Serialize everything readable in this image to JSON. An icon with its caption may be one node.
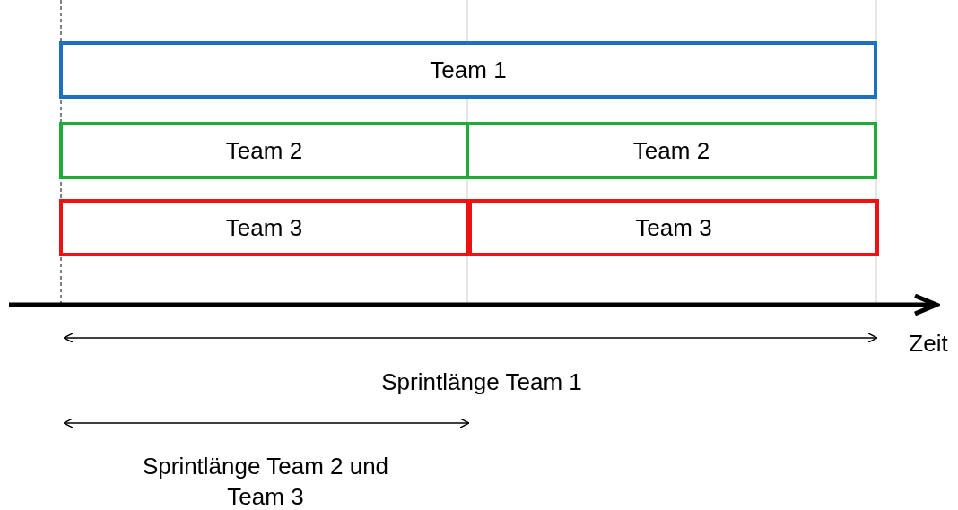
{
  "diagram": {
    "nodes": [
      {
        "text": [
          "Team 1"
        ]
      },
      {
        "text": [
          "Team 2"
        ]
      },
      {
        "text": [
          "Team 2"
        ]
      },
      {
        "text": [
          "Team 3"
        ]
      },
      {
        "text": [
          "Team 3"
        ]
      }
    ],
    "edges": [],
    "labels": [
      "Zeit",
      "Sprintlänge Team 1",
      "Sprintlänge Team 2 und Team 3"
    ]
  }
}
